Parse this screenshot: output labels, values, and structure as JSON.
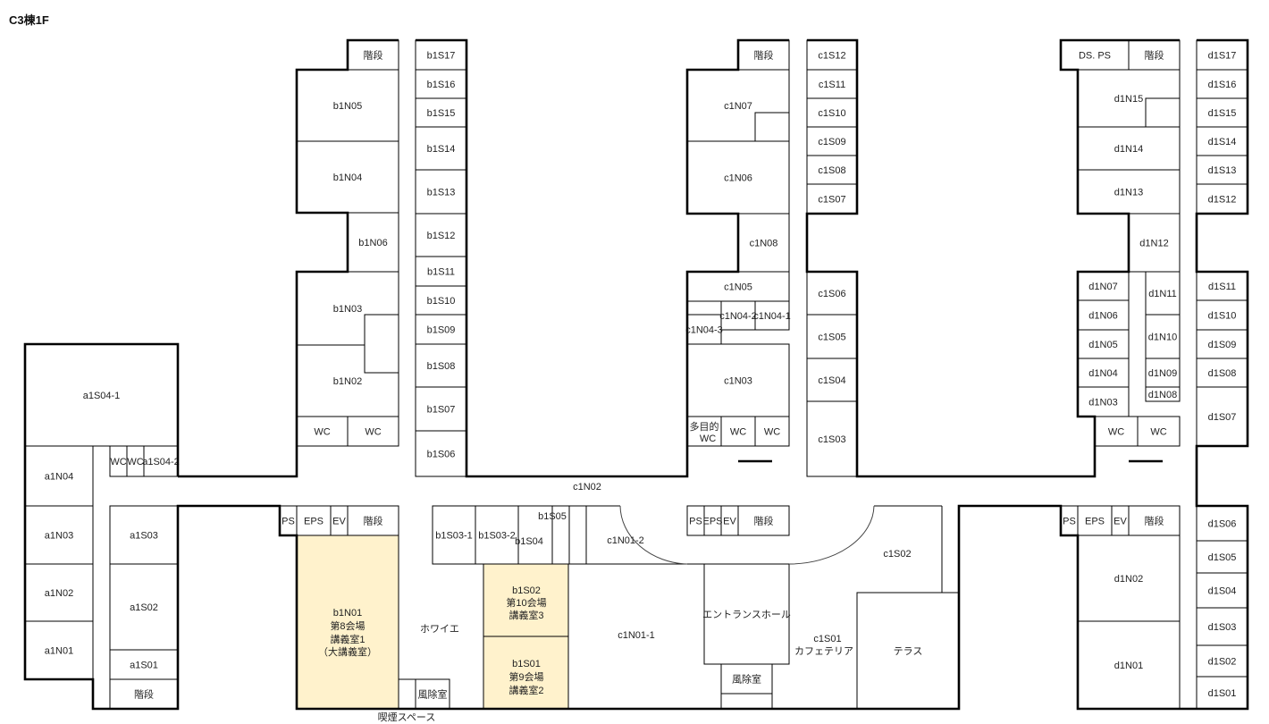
{
  "title": "C3棟1F",
  "colors": {
    "venue_fill": "#FFF2CC",
    "wall": "#000000"
  },
  "rooms": {
    "a1S04_1": "a1S04-1",
    "a1N04": "a1N04",
    "a1N03": "a1N03",
    "a1N02": "a1N02",
    "a1N01": "a1N01",
    "a_wc1": "WC",
    "a_wc2": "WC",
    "a1S04_2": "a1S04-2",
    "a1S03": "a1S03",
    "a1S02": "a1S02",
    "a1S01": "a1S01",
    "a_stairs": "階段",
    "b_stairs": "階段",
    "b1N05": "b1N05",
    "b1N04": "b1N04",
    "b1N06": "b1N06",
    "b1N03": "b1N03",
    "b1N02": "b1N02",
    "b_wc1": "WC",
    "b_wc2": "WC",
    "b1S17": "b1S17",
    "b1S16": "b1S16",
    "b1S15": "b1S15",
    "b1S14": "b1S14",
    "b1S13": "b1S13",
    "b1S12": "b1S12",
    "b1S11": "b1S11",
    "b1S10": "b1S10",
    "b1S09": "b1S09",
    "b1S08": "b1S08",
    "b1S07": "b1S07",
    "b1S06": "b1S06",
    "c_stairs": "階段",
    "c1N07": "c1N07",
    "c1N06": "c1N06",
    "c1N08": "c1N08",
    "c1N05": "c1N05",
    "c1N04_2": "c1N04-2",
    "c1N04_1": "c1N04-1",
    "c1N04_3": "c1N04-3",
    "c1N03": "c1N03",
    "c_mwc1": "多目的",
    "c_mwc2": "WC",
    "c_wc1": "WC",
    "c_wc2": "WC",
    "c1S12": "c1S12",
    "c1S11": "c1S11",
    "c1S10": "c1S10",
    "c1S09": "c1S09",
    "c1S08": "c1S08",
    "c1S07": "c1S07",
    "c1S06": "c1S06",
    "c1S05": "c1S05",
    "c1S04": "c1S04",
    "c1S03": "c1S03",
    "d_dsps": "DS. PS",
    "d_stairs": "階段",
    "d1N15": "d1N15",
    "d1N14": "d1N14",
    "d1N13": "d1N13",
    "d1N12": "d1N12",
    "d1N07": "d1N07",
    "d1N06": "d1N06",
    "d1N05": "d1N05",
    "d1N04": "d1N04",
    "d1N03": "d1N03",
    "d1N11": "d1N11",
    "d1N10": "d1N10",
    "d1N09": "d1N09",
    "d1N08": "d1N08",
    "d_wc1": "WC",
    "d_wc2": "WC",
    "d1S17": "d1S17",
    "d1S16": "d1S16",
    "d1S15": "d1S15",
    "d1S14": "d1S14",
    "d1S13": "d1S13",
    "d1S12": "d1S12",
    "d1S11": "d1S11",
    "d1S10": "d1S10",
    "d1S09": "d1S09",
    "d1S08": "d1S08",
    "d1S07": "d1S07",
    "d1S06": "d1S06",
    "d1S05": "d1S05",
    "d1S04": "d1S04",
    "d1S03": "d1S03",
    "d1S02": "d1S02",
    "d1S01": "d1S01",
    "c1N02": "c1N02",
    "b_ps": "PS",
    "b_eps": "EPS",
    "b_ev": "EV",
    "b_stairs2": "階段",
    "b1N01_id": "b1N01",
    "b1N01_venue": "第8会場",
    "b1N01_room": "講義室1",
    "b1N01_sub": "（大講義室）",
    "foyer": "ホワイエ",
    "b_windbreak": "風除室",
    "smoking": "喫煙スペース",
    "b1S03_1": "b1S03-1",
    "b1S03_2": "b1S03-2",
    "b1S04": "b1S04",
    "b1S05": "b1S05",
    "b1S02_id": "b1S02",
    "b1S02_venue": "第10会場",
    "b1S02_room": "講義室3",
    "b1S01_id": "b1S01",
    "b1S01_venue": "第9会場",
    "b1S01_room": "講義室2",
    "c1N01_2": "c1N01-2",
    "c1N01_1": "c1N01-1",
    "c_ps": "PS",
    "c_eps": "EPS",
    "c_ev": "EV",
    "c_stairs2": "階段",
    "entrance": "エントランスホール",
    "c_windbreak": "風除室",
    "c1S02": "c1S02",
    "c1S01_id": "c1S01",
    "c1S01_name": "カフェテリア",
    "terrace": "テラス",
    "d_ps": "PS",
    "d_eps": "EPS",
    "d_ev": "EV",
    "d_stairs2": "階段",
    "d1N02": "d1N02",
    "d1N01": "d1N01"
  }
}
